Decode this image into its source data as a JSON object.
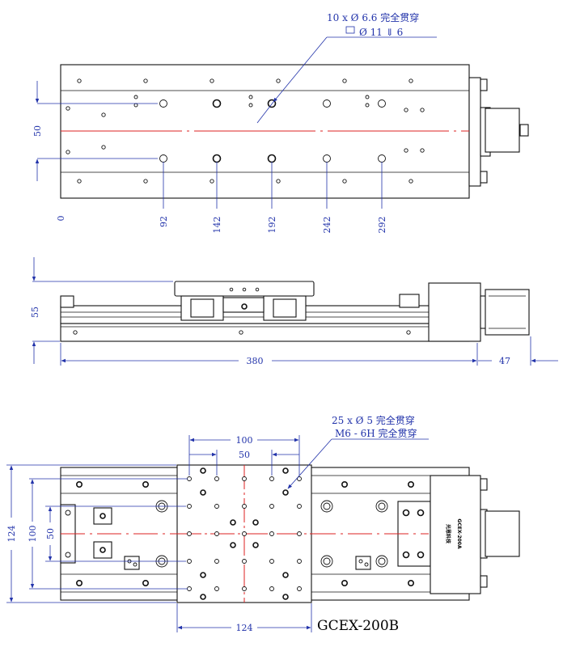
{
  "top_view": {
    "callout_line1": "10 x Ø 6.6 完全贯穿",
    "callout_line2": "Ø 11 ⇓ 6",
    "dim_height": "50",
    "positions": [
      "0",
      "92",
      "142",
      "192",
      "242",
      "292"
    ]
  },
  "side_view": {
    "dim_height": "55",
    "dim_length": "380",
    "dim_motor": "47"
  },
  "bottom_view": {
    "callout_line1": "25 x Ø 5 完全贯穿",
    "callout_line2": "M6 - 6H 完全贯穿",
    "dim_100_top": "100",
    "dim_50_top": "50",
    "dim_124_left": "124",
    "dim_100_left": "100",
    "dim_50_left": "50",
    "dim_124_bottom": "124",
    "brand_label": "光恩科技",
    "brand_model": "GCEX-200A",
    "model_name": "GCEX-200B"
  }
}
